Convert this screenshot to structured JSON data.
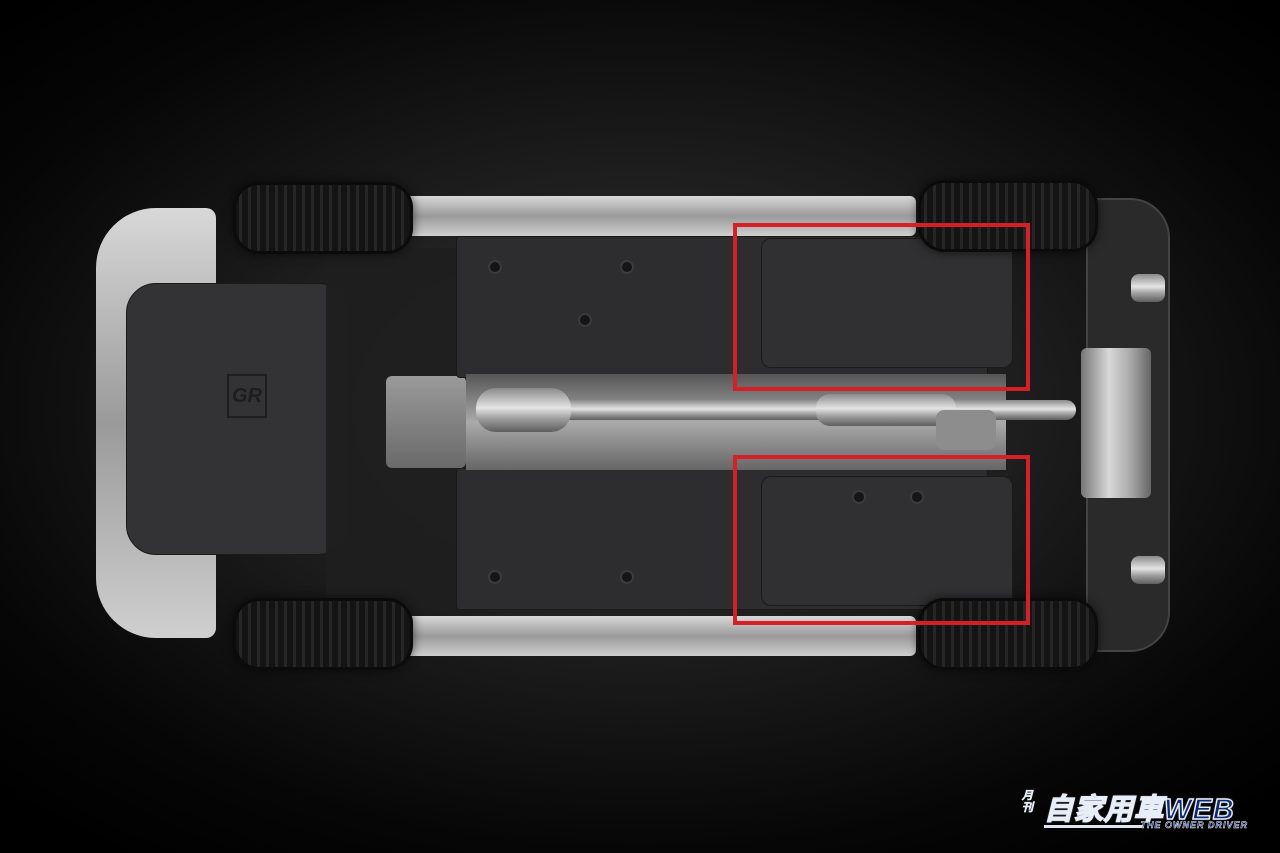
{
  "image": {
    "subject": "Car underbody view (GR vehicle) with exhaust, suspension and underbody panels",
    "background_color": "#000000"
  },
  "highlights": [
    {
      "label": "rear-left-underbody-panel",
      "color": "#d42026"
    },
    {
      "label": "rear-right-underbody-panel",
      "color": "#d42026"
    }
  ],
  "front_cover": {
    "emblem": "GR"
  },
  "watermark": {
    "prefix": "月刊",
    "main": "自家用車WEB",
    "sub": "THE OWNER DRIVER",
    "color": "#0e2a6e"
  }
}
